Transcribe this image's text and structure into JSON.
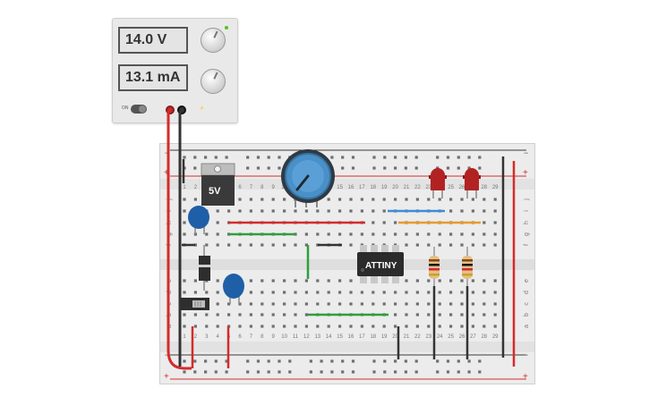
{
  "power_supply": {
    "voltage_display": "14.0 V",
    "current_display": "13.1 mA",
    "on_label": "ON",
    "colors": {
      "positive": "#d42b2b",
      "negative": "#333333",
      "indicator": "#52c41a"
    }
  },
  "breadboard": {
    "top_rail_sign_left": "+",
    "top_rail_minus_left": "−",
    "top_rail_sign_right": "+",
    "top_rail_minus_right": "−",
    "bottom_rail_minus_left": "−",
    "bottom_rail_sign_left": "+",
    "bottom_rail_minus_right": "−",
    "bottom_rail_sign_right": "+",
    "row_letters_top": [
      "j",
      "i",
      "h",
      "g",
      "f"
    ],
    "row_letters_bottom": [
      "e",
      "d",
      "c",
      "b",
      "a"
    ],
    "column_numbers": [
      "1",
      "2",
      "3",
      "4",
      "5",
      "6",
      "7",
      "8",
      "9",
      "10",
      "11",
      "12",
      "13",
      "14",
      "15",
      "16",
      "17",
      "18",
      "19",
      "20",
      "21",
      "22",
      "23",
      "24",
      "25",
      "26",
      "27",
      "28",
      "29"
    ]
  },
  "components": {
    "regulator_label": "5V",
    "ic_label": "ATTINY"
  }
}
